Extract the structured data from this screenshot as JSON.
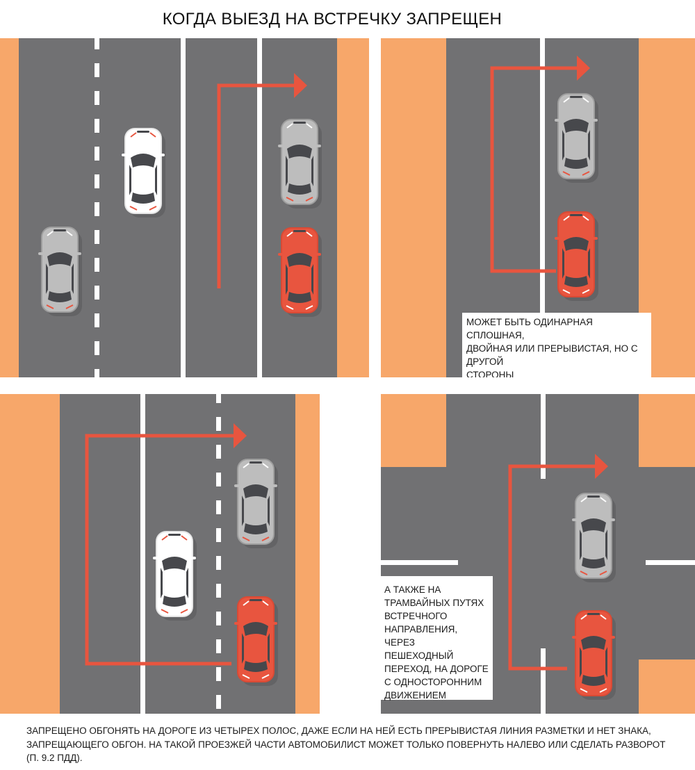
{
  "title": "КОГДА ВЫЕЗД НА ВСТРЕЧКУ ЗАПРЕЩЕН",
  "colors": {
    "road": "#717173",
    "roadside": "#f7a76a",
    "marking": "#ffffff",
    "arrow": "#e8553f",
    "car_red": "#e8553f",
    "car_grey": "#bdbdbd",
    "car_white": "#ffffff",
    "glass": "#47484c"
  },
  "panels": [
    {
      "id": "panel-four-lane-road",
      "markings": [
        "dashed",
        "solid",
        "solid"
      ],
      "cars": [
        "grey",
        "white",
        "grey",
        "red"
      ],
      "arrow": "overtake-left"
    },
    {
      "id": "panel-solid-line",
      "markings": [
        "solid"
      ],
      "cars": [
        "grey",
        "red"
      ],
      "arrow": "overtake-left",
      "caption": "МОЖЕТ БЫТЬ ОДИНАРНАЯ СПЛОШНАЯ, ДВОЙНАЯ ИЛИ ПРЕРЫВИСТАЯ, НО С ДРУГОЙ СТОРОНЫ",
      "caption_lines": [
        "МОЖЕТ БЫТЬ ОДИНАРНАЯ СПЛОШНАЯ,",
        "ДВОЙНАЯ ИЛИ ПРЕРЫВИСТАЯ, НО С ДРУГОЙ",
        "СТОРОНЫ"
      ]
    },
    {
      "id": "panel-dashed-other-side",
      "markings": [
        "solid",
        "dashed"
      ],
      "cars": [
        "grey",
        "white",
        "red"
      ],
      "arrow": "overtake-left"
    },
    {
      "id": "panel-intersection",
      "markings": [
        "solid",
        "stop-lines"
      ],
      "cars": [
        "grey",
        "red"
      ],
      "arrow": "overtake-left",
      "caption_lines": [
        "А ТАКЖЕ НА",
        "ТРАМВАЙНЫХ ПУТЯХ",
        "ВСТРЕЧНОГО",
        "НАПРАВЛЕНИЯ, ЧЕРЕЗ",
        "ПЕШЕХОДНЫЙ",
        "ПЕРЕХОД, НА ДОРОГЕ",
        "С ОДНОСТОРОННИМ",
        "ДВИЖЕНИЕМ"
      ]
    }
  ],
  "footer": "ЗАПРЕЩЕНО ОБГОНЯТЬ НА ДОРОГЕ ИЗ ЧЕТЫРЕХ ПОЛОС, ДАЖЕ ЕСЛИ НА НЕЙ ЕСТЬ ПРЕРЫВИСТАЯ ЛИНИЯ РАЗМЕТКИ И НЕТ ЗНАКА, ЗАПРЕЩАЮЩЕГО ОБГОН. НА ТАКОЙ ПРОЕЗЖЕЙ ЧАСТИ АВТОМОБИЛИСТ МОЖЕТ ТОЛЬКО ПОВЕРНУТЬ НАЛЕВО ИЛИ СДЕЛАТЬ РАЗВОРОТ (П. 9.2 ПДД)."
}
